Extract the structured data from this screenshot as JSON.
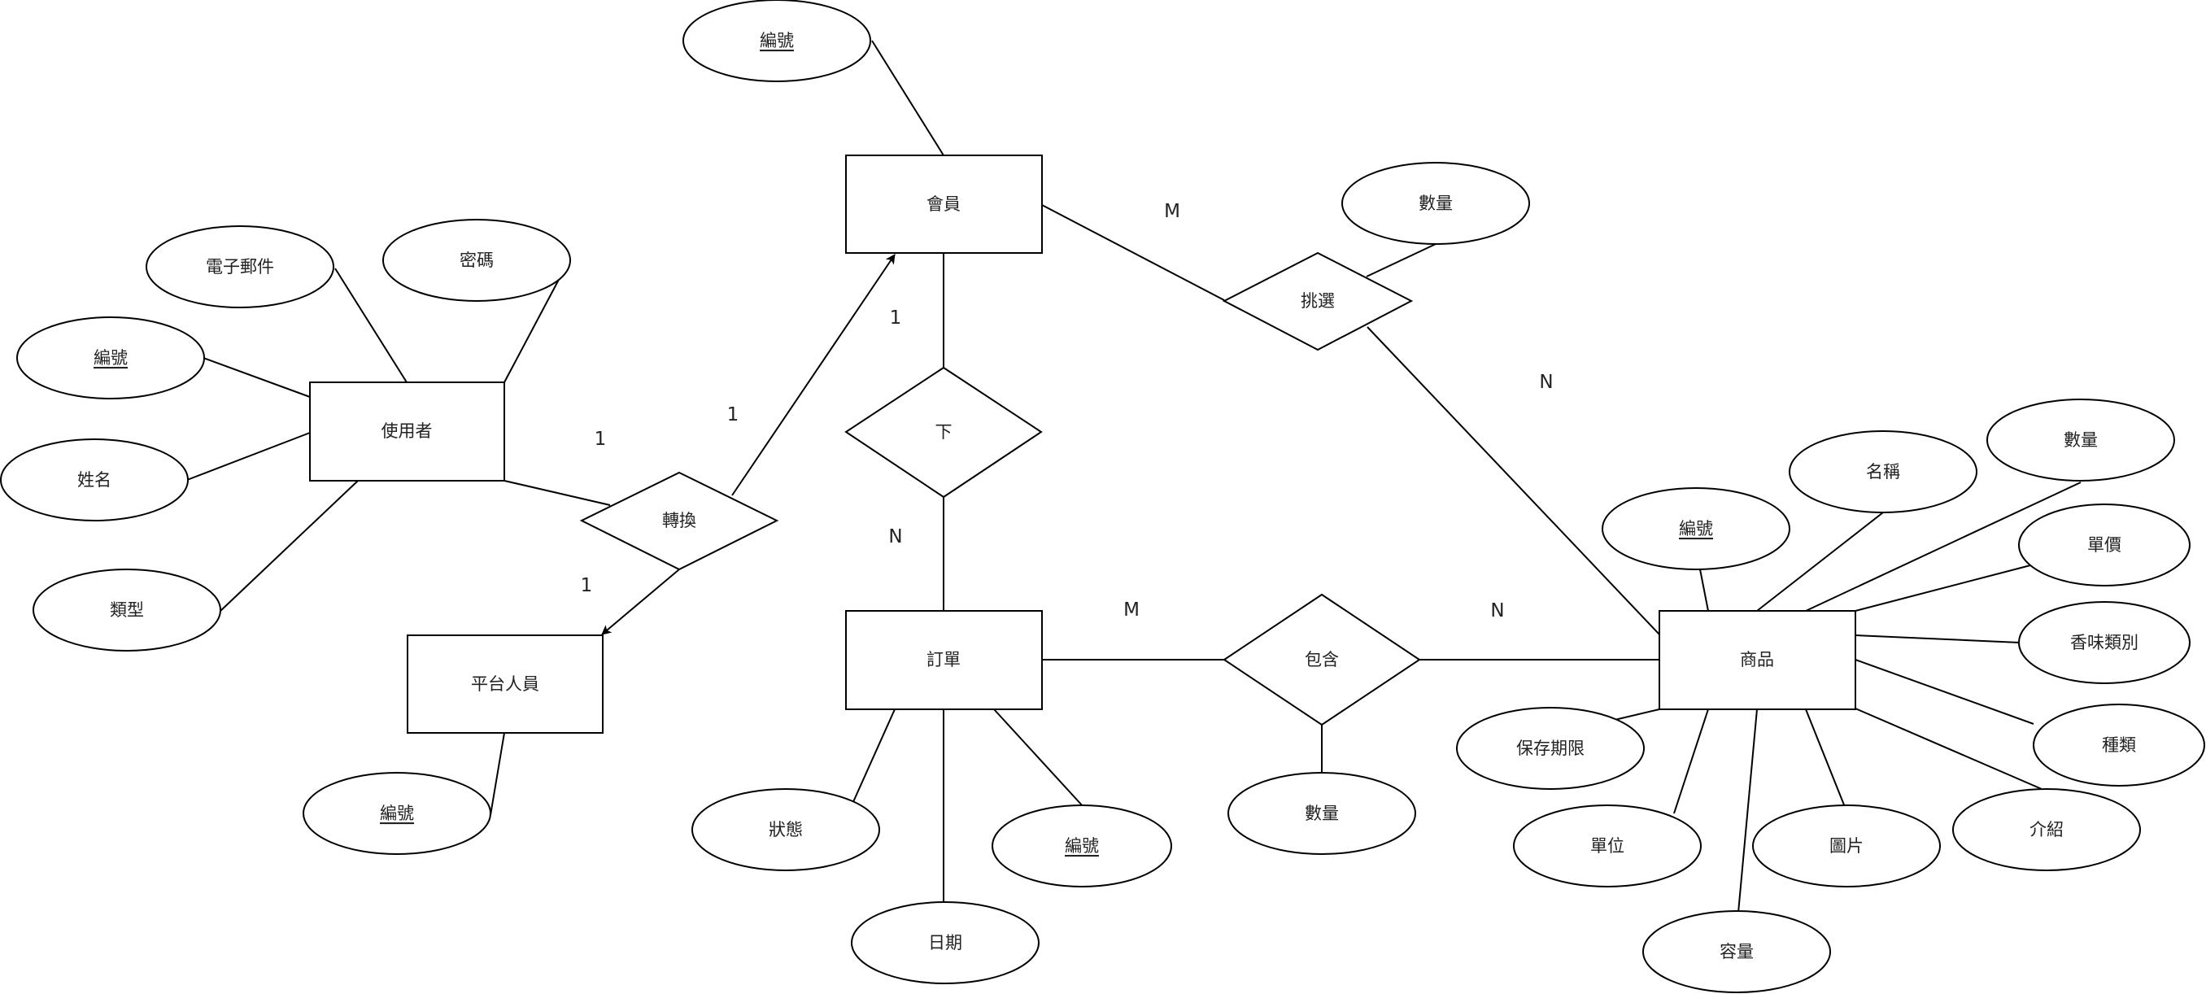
{
  "entities": {
    "member": "會員",
    "user": "使用者",
    "staff": "平台人員",
    "order": "訂單",
    "product": "商品"
  },
  "relationships": {
    "place": "下",
    "convert": "轉換",
    "select": "挑選",
    "contain": "包含"
  },
  "attributes": {
    "member_id": "編號",
    "user_email": "電子郵件",
    "user_password": "密碼",
    "user_id": "編號",
    "user_name": "姓名",
    "user_type": "類型",
    "staff_id": "編號",
    "select_qty": "數量",
    "order_status": "狀態",
    "order_id": "編號",
    "order_date": "日期",
    "contain_qty": "數量",
    "product_id": "編號",
    "product_name": "名稱",
    "product_qty": "數量",
    "product_price": "單價",
    "product_flavor": "香味類別",
    "product_kind": "種類",
    "product_intro": "介紹",
    "product_image": "圖片",
    "product_capacity": "容量",
    "product_unit": "單位",
    "product_shelf_life": "保存期限"
  },
  "cardinalities": {
    "member_place": "1",
    "order_place": "N",
    "user_convert": "1",
    "convert_member": "1",
    "convert_staff": "1",
    "member_select": "M",
    "select_product": "N",
    "order_contain": "M",
    "contain_product": "N"
  }
}
